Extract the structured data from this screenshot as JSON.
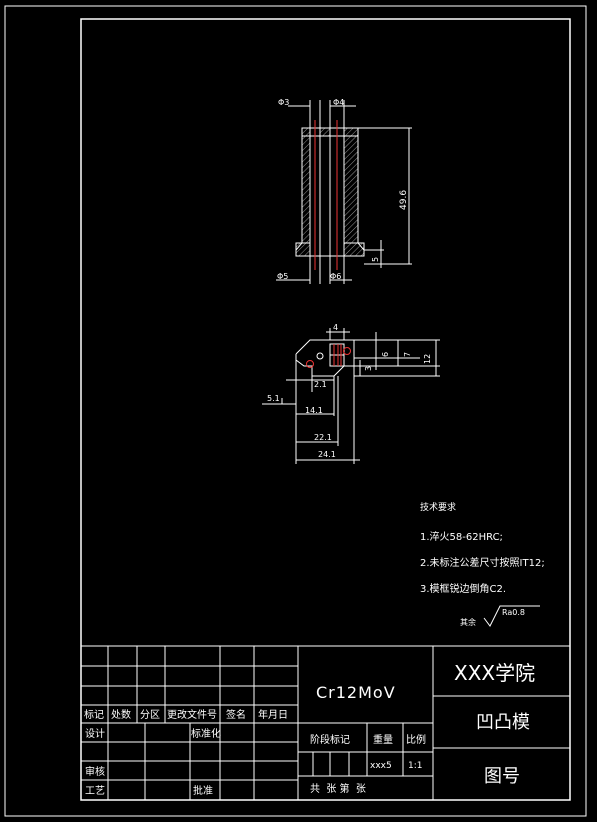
{
  "drawing": {
    "front_view": {
      "dims": {
        "d3": "Φ3",
        "d4": "Φ4",
        "d5": "Φ5",
        "d6": "Φ6",
        "height": "49.6",
        "flange": "5"
      }
    },
    "section_view": {
      "dims": {
        "w4": "4",
        "h6": "6",
        "h7": "7",
        "h12": "12",
        "h3": "3",
        "l2_1": "2.1",
        "l5_1": "5.1",
        "l14_1": "14.1",
        "l22_1": "22.1",
        "l24_1": "24.1"
      }
    },
    "notes": {
      "title": "技术要求",
      "items": [
        "1.淬火58-62HRC;",
        "2.未标注公差尺寸按照IT12;",
        "3.模框锐边倒角C2."
      ]
    },
    "roughness": {
      "label": "其余",
      "value": "Ra0.8"
    }
  },
  "title_block": {
    "material": "Cr12MoV",
    "school": "XXX学院",
    "part_name": "凹凸模",
    "drawing_no_label": "图号",
    "rev_headers": [
      "标记",
      "处数",
      "分区",
      "更改文件号",
      "签名",
      "年月日"
    ],
    "role_design": "设计",
    "role_standard": "标准化",
    "role_review": "审核",
    "role_process": "工艺",
    "role_approve": "批准",
    "stage_label": "阶段标记",
    "weight_label": "重量",
    "scale_label": "比例",
    "weight_value": "xxx5",
    "scale_value": "1:1",
    "sheets_text": "共  张 第  张"
  }
}
